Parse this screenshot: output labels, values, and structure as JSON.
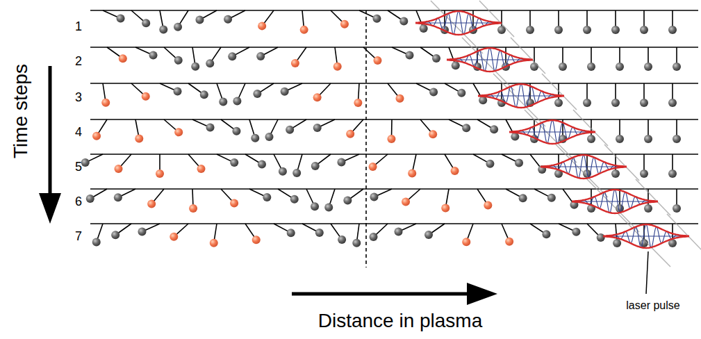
{
  "diagram": {
    "labels": [
      "Time steps",
      "1",
      "2",
      "3",
      "4",
      "5",
      "6",
      "7",
      "Distance in plasma",
      "laser pulse"
    ]
  }
}
